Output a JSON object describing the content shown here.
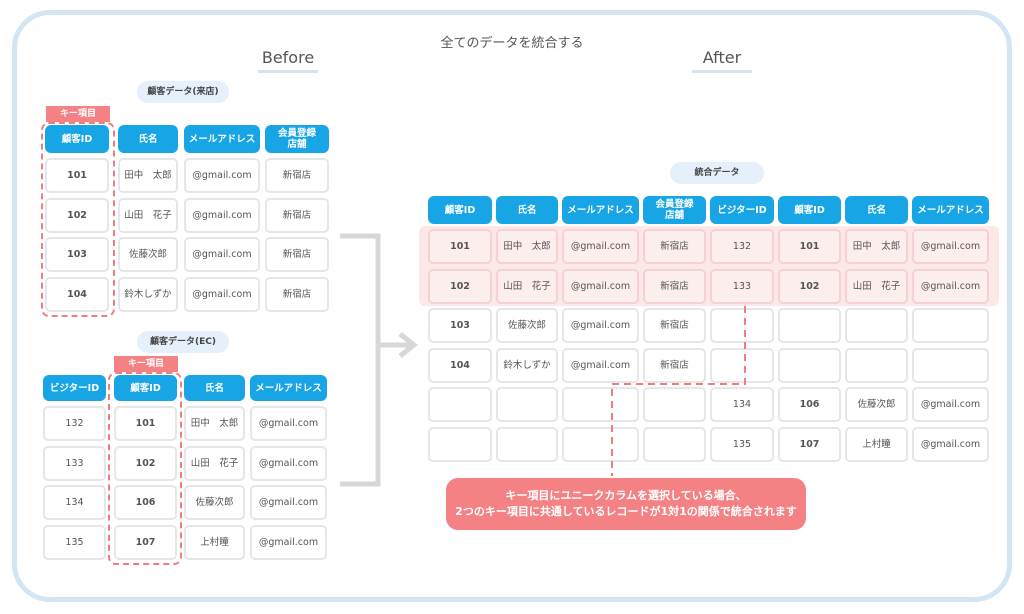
{
  "title": "全てのデータを統合する",
  "before_label": "Before",
  "after_label": "After",
  "store_table": {
    "label": "顧客データ(来店)",
    "key_tag": "キー項目",
    "headers": [
      "顧客ID",
      "氏名",
      "メールアドレス",
      "会員登録\n店舗"
    ],
    "rows": [
      [
        "101",
        "田中　太郎",
        "@gmail.com",
        "新宿店"
      ],
      [
        "102",
        "山田　花子",
        "@gmail.com",
        "新宿店"
      ],
      [
        "103",
        "佐藤次郎",
        "@gmail.com",
        "新宿店"
      ],
      [
        "104",
        "鈴木しずか",
        "@gmail.com",
        "新宿店"
      ]
    ]
  },
  "ec_table": {
    "label": "顧客データ(EC)",
    "key_tag": "キー項目",
    "headers": [
      "ビジターID",
      "顧客ID",
      "氏名",
      "メールアドレス"
    ],
    "rows": [
      [
        "132",
        "101",
        "田中　太郎",
        "@gmail.com"
      ],
      [
        "133",
        "102",
        "山田　花子",
        "@gmail.com"
      ],
      [
        "134",
        "106",
        "佐藤次郎",
        "@gmail.com"
      ],
      [
        "135",
        "107",
        "上村瞳",
        "@gmail.com"
      ]
    ]
  },
  "merged_table": {
    "label": "統合データ",
    "headers": [
      "顧客ID",
      "氏名",
      "メールアドレス",
      "会員登録\n店舗",
      "ビジターID",
      "顧客ID",
      "氏名",
      "メールアドレス"
    ],
    "rows": [
      [
        "101",
        "田中　太郎",
        "@gmail.com",
        "新宿店",
        "132",
        "101",
        "田中　太郎",
        "@gmail.com"
      ],
      [
        "102",
        "山田　花子",
        "@gmail.com",
        "新宿店",
        "133",
        "102",
        "山田　花子",
        "@gmail.com"
      ],
      [
        "103",
        "佐藤次郎",
        "@gmail.com",
        "新宿店",
        "",
        "",
        "",
        ""
      ],
      [
        "104",
        "鈴木しずか",
        "@gmail.com",
        "新宿店",
        "",
        "",
        "",
        ""
      ],
      [
        "",
        "",
        "",
        "",
        "134",
        "106",
        "佐藤次郎",
        "@gmail.com"
      ],
      [
        "",
        "",
        "",
        "",
        "135",
        "107",
        "上村瞳",
        "@gmail.com"
      ]
    ]
  },
  "note": {
    "line1": "キー項目にユニークカラムを選択している場合、",
    "line2": "2つのキー項目に共通しているレコードが1対1の関係で統合されます"
  }
}
